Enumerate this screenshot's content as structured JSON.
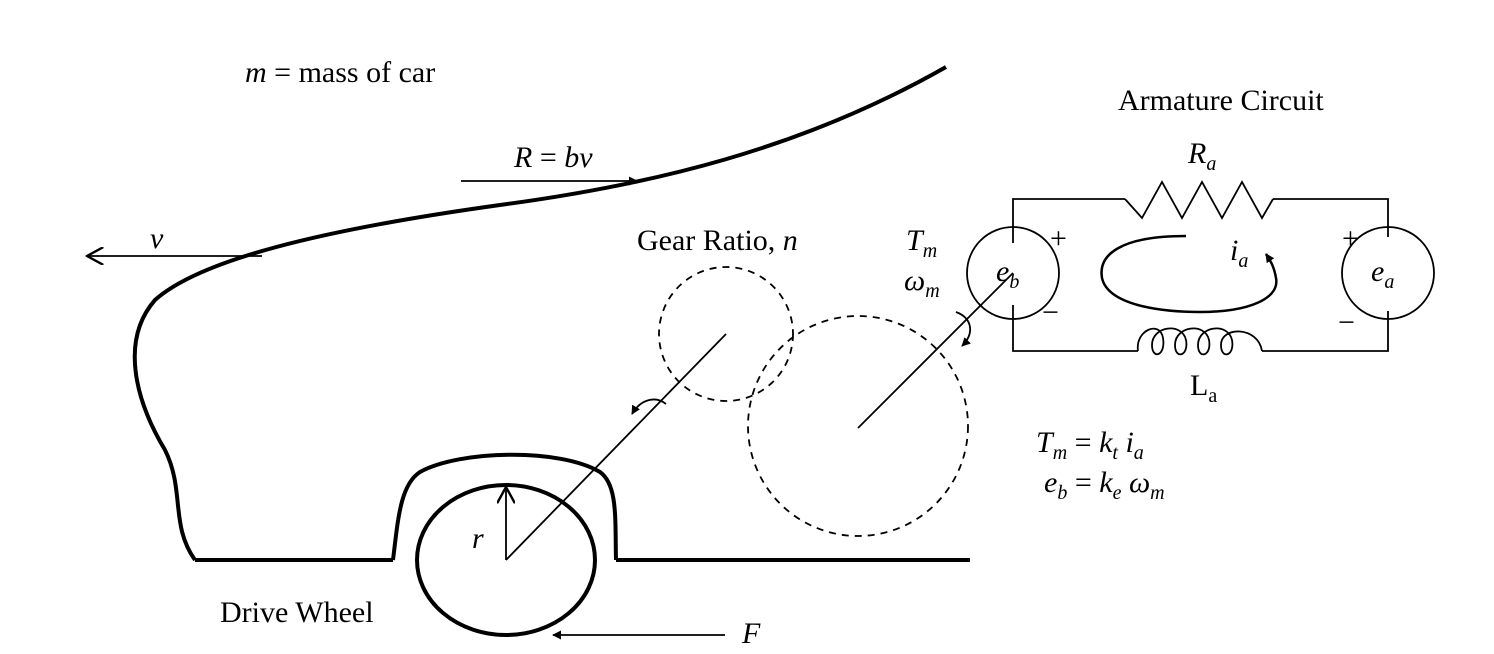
{
  "labels": {
    "mass_label": "m",
    "mass_text": " = mass of car",
    "drag_lhs": "R",
    "drag_eq": " = ",
    "drag_rhs": "bv",
    "velocity": "v",
    "gear_text": "Gear Ratio, ",
    "gear_var": "n",
    "torque_main": "T",
    "torque_sub": "m",
    "omega_main": "ω",
    "omega_sub": "m",
    "circuit_title": "Armature Circuit",
    "resistor_main": "R",
    "resistor_sub": "a",
    "inductor_main": "L",
    "inductor_sub": "a",
    "backemf_main": "e",
    "backemf_sub": "b",
    "source_main": "e",
    "source_sub": "a",
    "current_main": "i",
    "current_sub": "a",
    "plus": "+",
    "minus": "−",
    "radius": "r",
    "drive_wheel": "Drive Wheel",
    "force": "F"
  },
  "equations": {
    "eq1": {
      "lhs_main": "T",
      "lhs_sub": "m",
      "eq": " = ",
      "k_main": "k",
      "k_sub": "t",
      "var_main": " i",
      "var_sub": "a"
    },
    "eq2": {
      "lhs_main": "e",
      "lhs_sub": "b",
      "eq": " = ",
      "k_main": "k",
      "k_sub": "e",
      "var_main": " ω",
      "var_sub": "m"
    }
  }
}
